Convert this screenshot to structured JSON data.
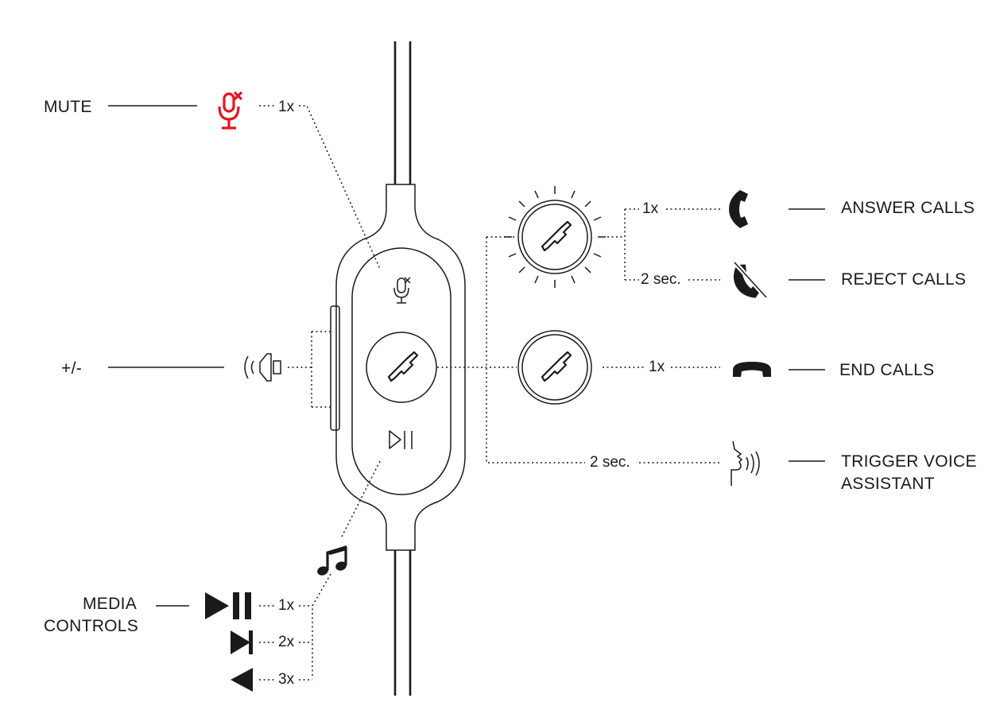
{
  "labels": {
    "mute": "MUTE",
    "volume": "+/-",
    "media_line1": "MEDIA",
    "media_line2": "CONTROLS",
    "answer": "ANSWER CALLS",
    "reject": "REJECT CALLS",
    "end": "END CALLS",
    "voice_line1": "TRIGGER VOICE",
    "voice_line2": "ASSISTANT"
  },
  "counts": {
    "mute": "1x",
    "answer": "1x",
    "reject": "2 sec.",
    "end": "1x",
    "voice": "2 sec.",
    "play_pause": "1x",
    "next": "2x",
    "previous": "3x"
  },
  "colors": {
    "ink": "#1a1a1a",
    "mute_accent": "#e3161f"
  },
  "icons": {
    "mute": "mic-muted-icon",
    "volume": "speaker-icon",
    "call_button": "phone-handset-icon",
    "play_pause": "play-pause-icon",
    "music": "music-note-icon",
    "answer": "phone-answer-icon",
    "reject": "phone-reject-icon",
    "end": "phone-hangup-icon",
    "voice": "voice-assistant-icon",
    "next": "next-track-icon",
    "previous": "previous-track-icon"
  }
}
